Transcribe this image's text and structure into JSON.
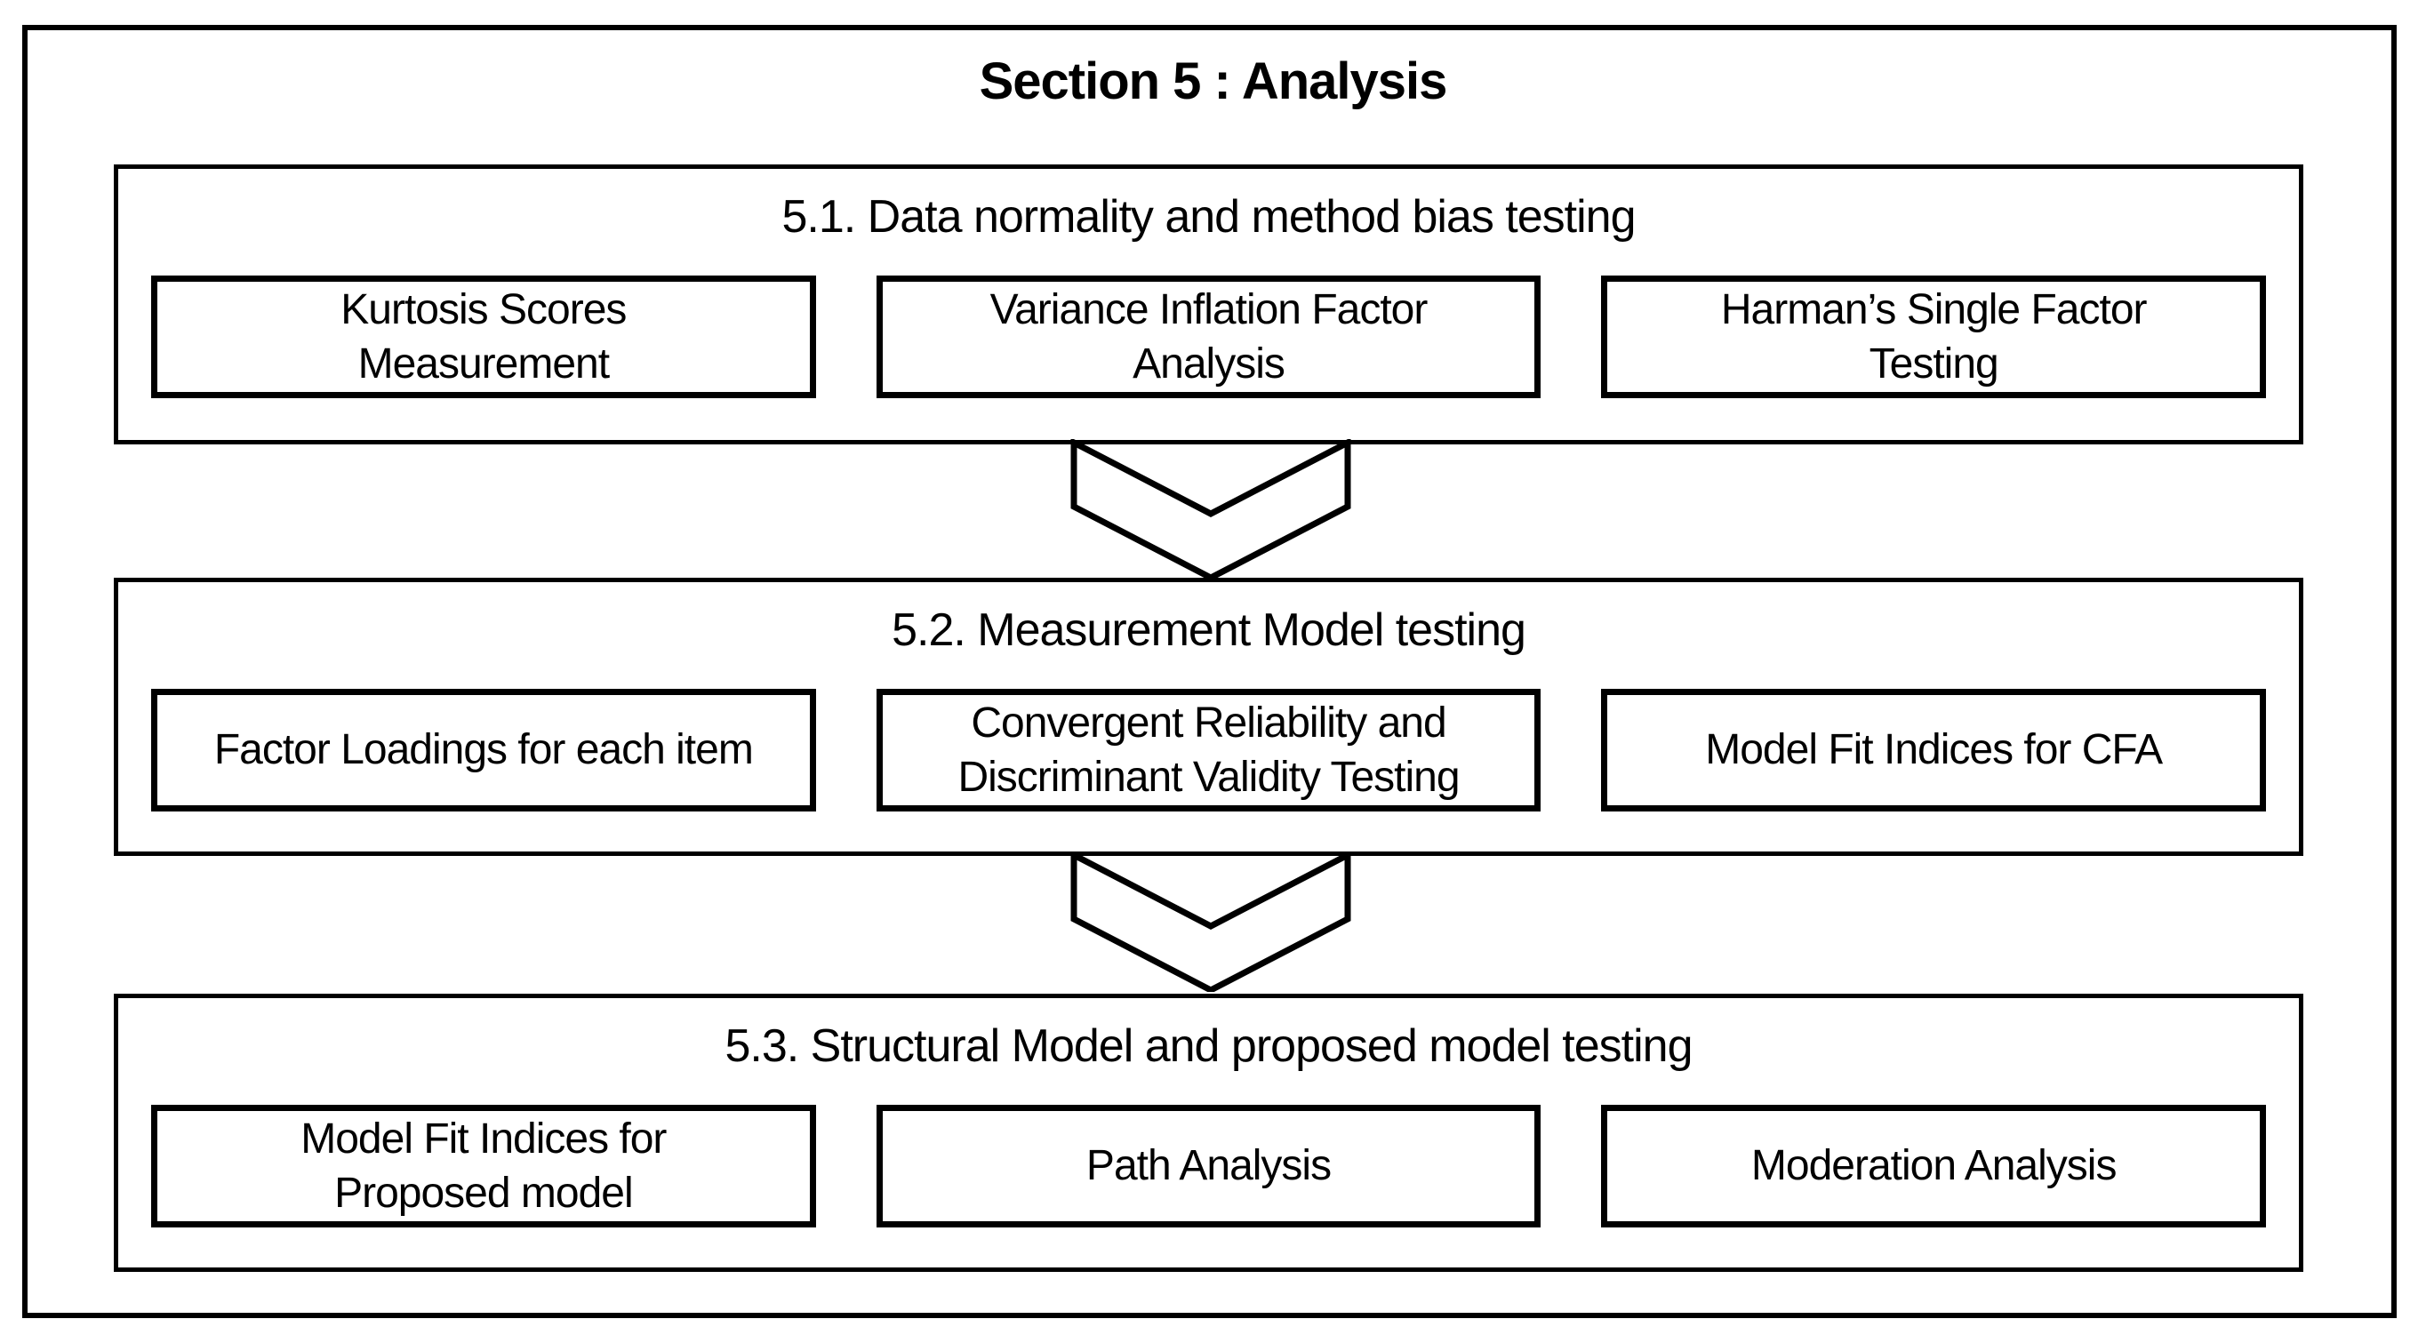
{
  "title": "Section 5 : Analysis",
  "sections": [
    {
      "header": "5.1. Data normality and method bias testing",
      "boxes": [
        "Kurtosis Scores\nMeasurement",
        "Variance Inflation Factor\nAnalysis",
        "Harman’s Single Factor\nTesting"
      ]
    },
    {
      "header": "5.2. Measurement Model testing",
      "boxes": [
        "Factor Loadings for each item",
        "Convergent Reliability and\nDiscriminant Validity Testing",
        "Model Fit Indices for CFA"
      ]
    },
    {
      "header": "5.3. Structural Model and proposed model testing",
      "boxes": [
        "Model Fit Indices for\nProposed model",
        "Path Analysis",
        "Moderation Analysis"
      ]
    }
  ],
  "icons": {
    "connector": "chevron-down-icon"
  },
  "colors": {
    "border": "#000000",
    "background": "#ffffff",
    "text": "#000000"
  }
}
